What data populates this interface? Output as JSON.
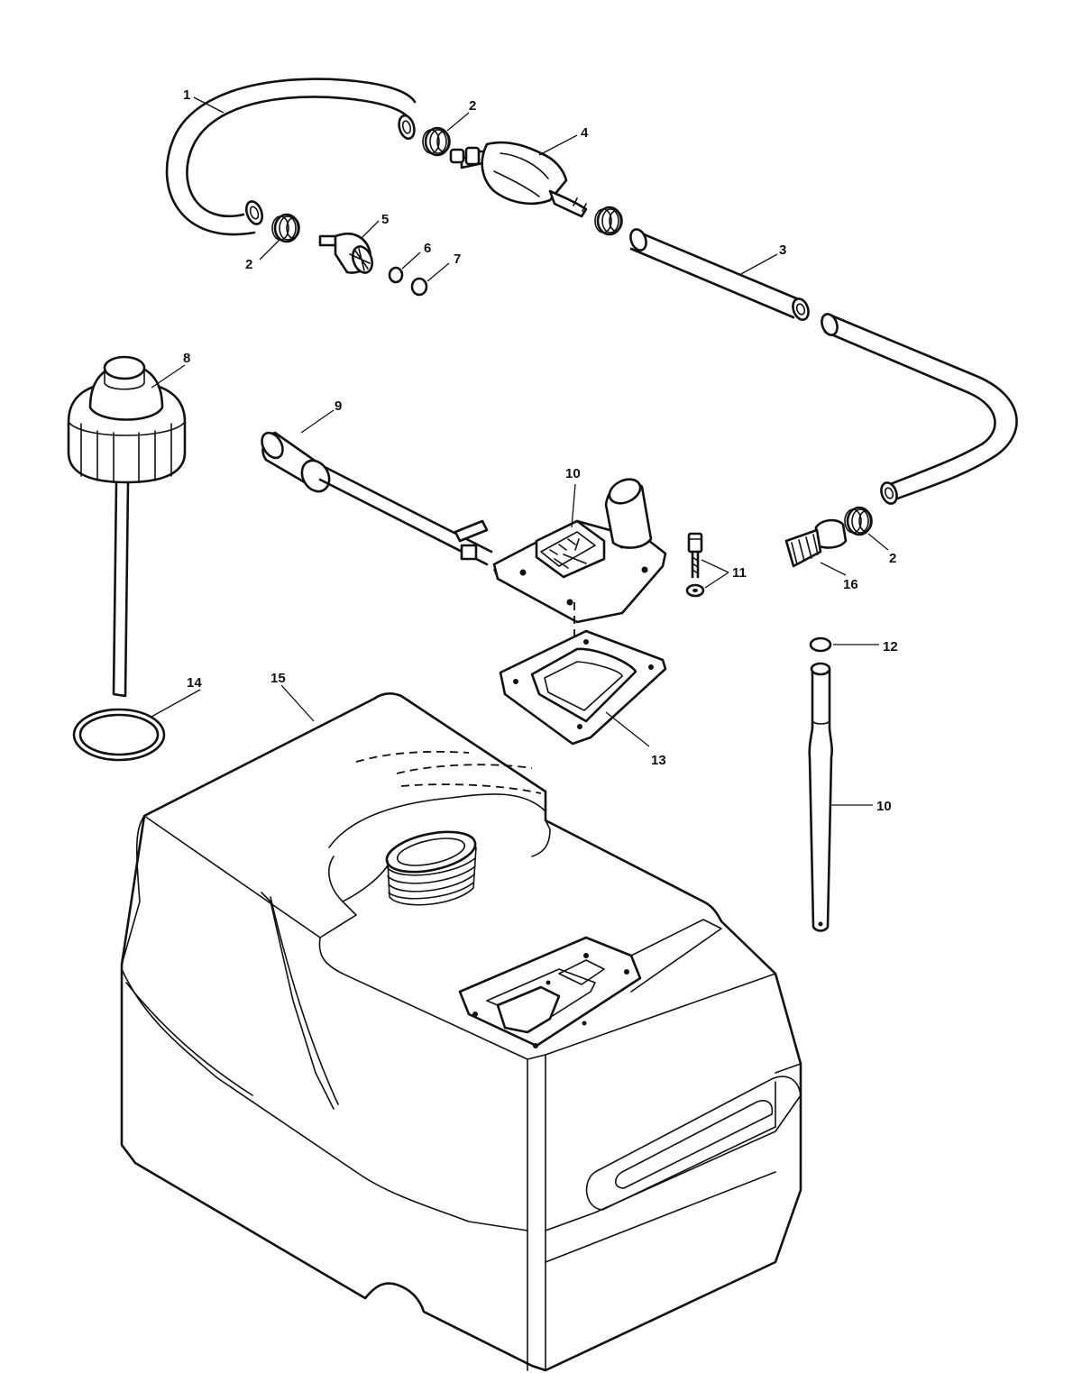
{
  "callouts": {
    "c1": "1",
    "c2a": "2",
    "c2b": "2",
    "c2c": "2",
    "c3": "3",
    "c4": "4",
    "c5": "5",
    "c6": "6",
    "c7": "7",
    "c8": "8",
    "c9": "9",
    "c10a": "10",
    "c10b": "10",
    "c11": "11",
    "c12": "12",
    "c13": "13",
    "c14": "14",
    "c15": "15",
    "c16": "16"
  }
}
